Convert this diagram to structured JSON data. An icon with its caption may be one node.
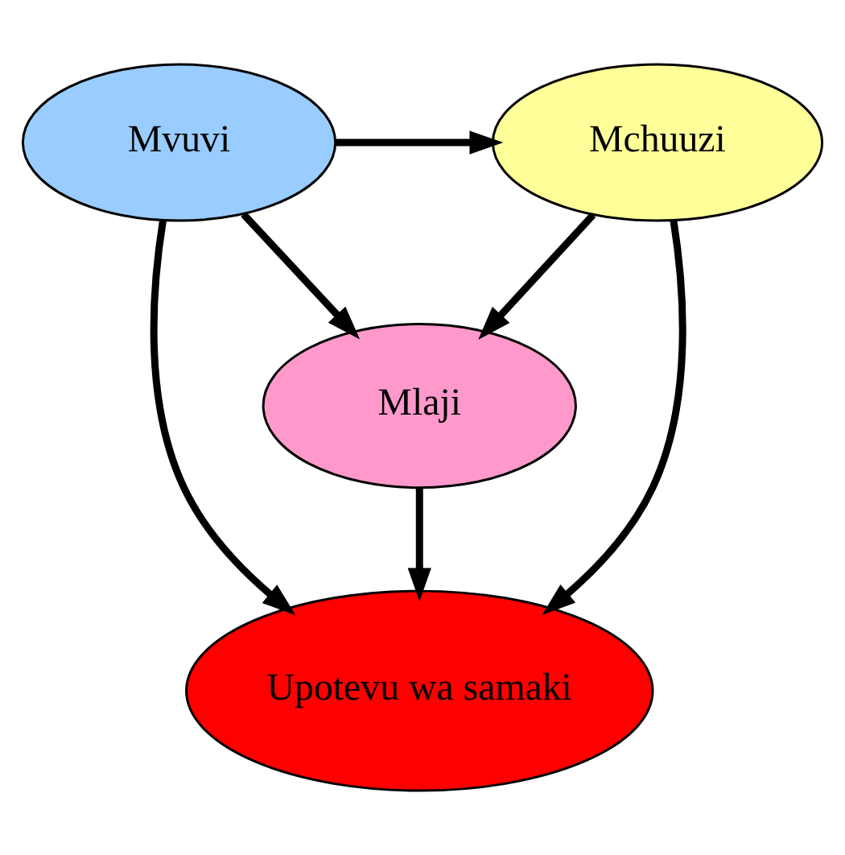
{
  "diagram": {
    "nodes": [
      {
        "text": [
          "Mvuvi"
        ]
      },
      {
        "text": [
          "Mchuuzi"
        ]
      },
      {
        "text": [
          "Upotevu wa samaki"
        ]
      },
      {
        "text": [
          "Mlaji"
        ]
      }
    ],
    "edges": [
      {
        "from": 0,
        "to": 1,
        "arrow": "to"
      },
      {
        "from": 0,
        "to": 2,
        "arrow": "to"
      },
      {
        "from": 1,
        "to": 2,
        "arrow": "to"
      },
      {
        "from": 0,
        "to": 3,
        "arrow": "to"
      },
      {
        "from": 1,
        "to": 3,
        "arrow": "to"
      },
      {
        "from": 3,
        "to": 2,
        "arrow": "to"
      }
    ]
  }
}
